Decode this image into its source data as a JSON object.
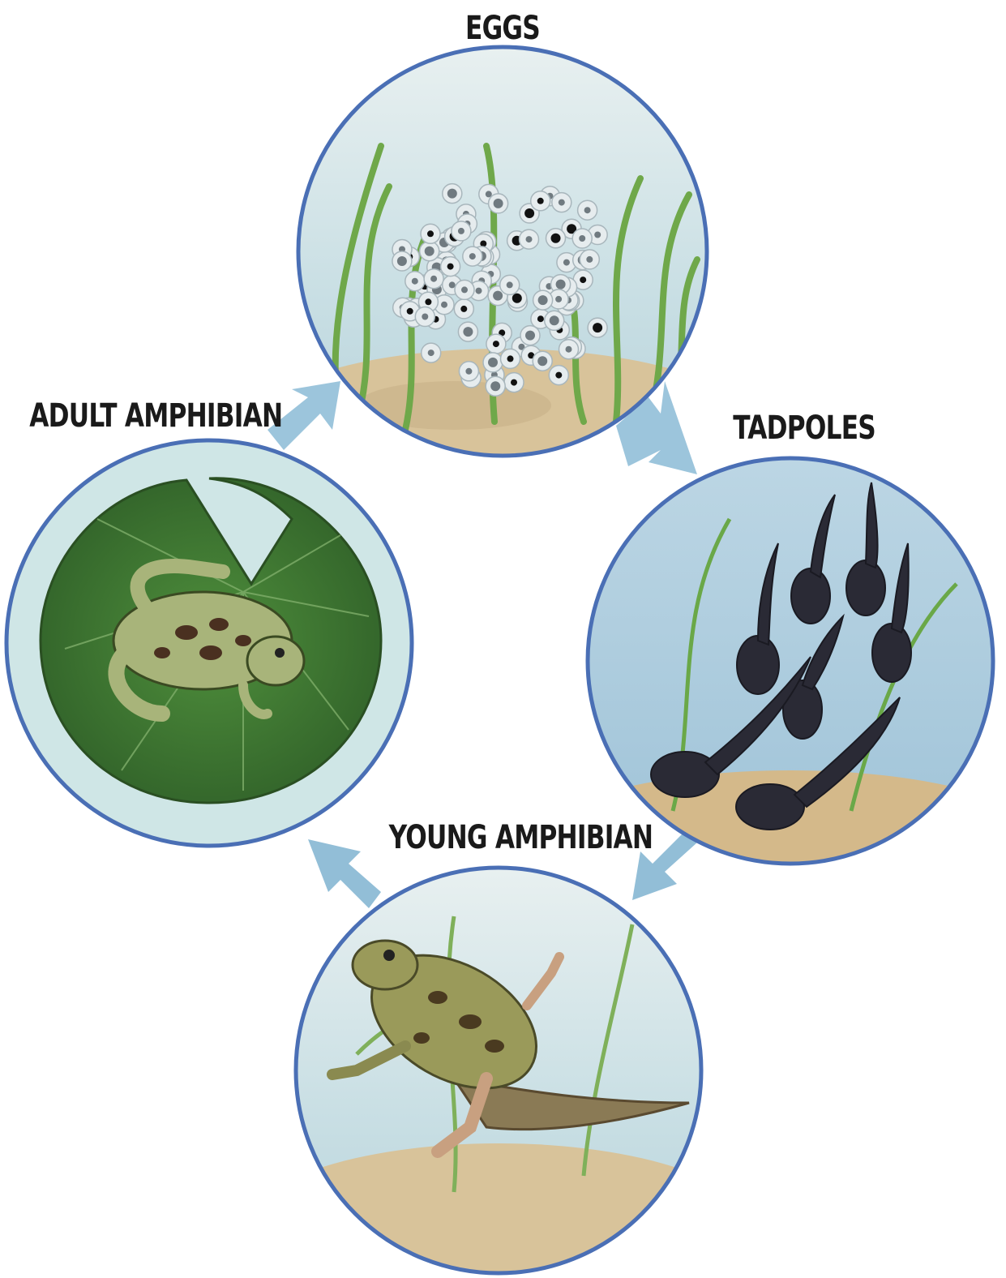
{
  "stages": {
    "eggs": {
      "label": "EGGS"
    },
    "tadpoles": {
      "label": "TADPOLES"
    },
    "young": {
      "label": "YOUNG AMPHIBIAN"
    },
    "adult": {
      "label": "ADULT AMPHIBIAN"
    }
  },
  "colors": {
    "circle_border": "#4a6fb5",
    "water": "#cfe3e8",
    "arrow": "#7fb3d0",
    "plant": "#6fa84a",
    "sand": "#d8c39a",
    "lily_pad": "#3f7a34"
  }
}
